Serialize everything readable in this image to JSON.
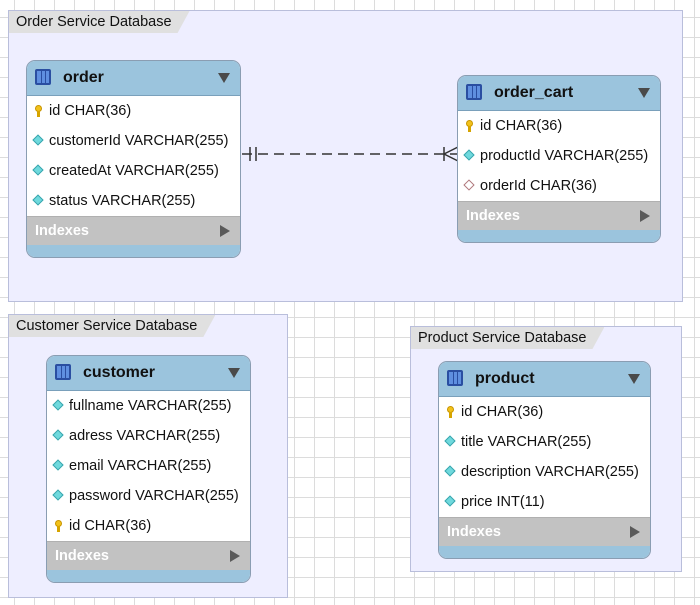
{
  "regions": {
    "order": {
      "label": "Order Service Database"
    },
    "customer": {
      "label": "Customer Service Database"
    },
    "product": {
      "label": "Product Service Database"
    }
  },
  "tables": {
    "order": {
      "name": "order",
      "columns": [
        {
          "text": "id CHAR(36)",
          "icon": "primary-key-icon"
        },
        {
          "text": "customerId VARCHAR(255)",
          "icon": "column-diamond-icon"
        },
        {
          "text": "createdAt VARCHAR(255)",
          "icon": "column-diamond-icon"
        },
        {
          "text": "status VARCHAR(255)",
          "icon": "column-diamond-icon"
        }
      ],
      "indexes_label": "Indexes"
    },
    "order_cart": {
      "name": "order_cart",
      "columns": [
        {
          "text": "id CHAR(36)",
          "icon": "primary-key-icon"
        },
        {
          "text": "productId VARCHAR(255)",
          "icon": "column-diamond-icon"
        },
        {
          "text": "orderId CHAR(36)",
          "icon": "foreign-key-diamond-icon"
        }
      ],
      "indexes_label": "Indexes"
    },
    "customer": {
      "name": "customer",
      "columns": [
        {
          "text": "fullname VARCHAR(255)",
          "icon": "column-diamond-icon"
        },
        {
          "text": "adress VARCHAR(255)",
          "icon": "column-diamond-icon"
        },
        {
          "text": "email VARCHAR(255)",
          "icon": "column-diamond-icon"
        },
        {
          "text": "password VARCHAR(255)",
          "icon": "column-diamond-icon"
        },
        {
          "text": "id CHAR(36)",
          "icon": "primary-key-icon"
        }
      ],
      "indexes_label": "Indexes"
    },
    "product": {
      "name": "product",
      "columns": [
        {
          "text": "id CHAR(36)",
          "icon": "primary-key-icon"
        },
        {
          "text": "title VARCHAR(255)",
          "icon": "column-diamond-icon"
        },
        {
          "text": "description VARCHAR(255)",
          "icon": "column-diamond-icon"
        },
        {
          "text": "price INT(11)",
          "icon": "column-diamond-icon"
        }
      ],
      "indexes_label": "Indexes"
    }
  },
  "relationships": [
    {
      "from": "order",
      "to": "order_cart",
      "from_cardinality": "one-and-only-one",
      "to_cardinality": "one-or-many",
      "line_style": "dashed"
    }
  ],
  "colors": {
    "region_fill": "#eeeeff",
    "table_header": "#9bc4dd",
    "indexes_bar": "#c2c2c2",
    "column_diamond": "#6fd9dd",
    "primary_key": "#f2c21b"
  }
}
